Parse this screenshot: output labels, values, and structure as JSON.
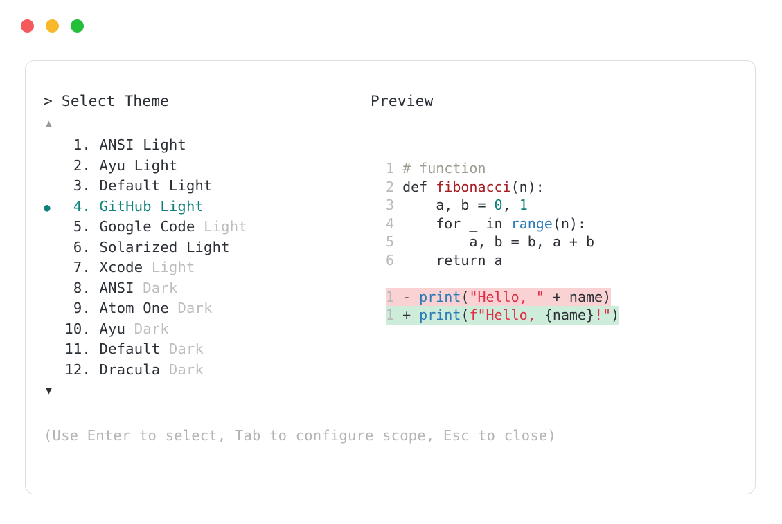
{
  "window": {
    "buttons": [
      {
        "name": "close",
        "color": "#f4595b",
        "glyph": "●"
      },
      {
        "name": "minimize",
        "color": "#f7b82a",
        "glyph": "●"
      },
      {
        "name": "maximize",
        "color": "#23bf3b",
        "glyph": "●"
      }
    ]
  },
  "left": {
    "heading": "> Select Theme",
    "scroll_up": "▲",
    "scroll_down": "▼",
    "selected_index": 4,
    "selected_bullet": "●",
    "accent_color": "#0f807a",
    "items": [
      {
        "num": "1.",
        "name": "ANSI",
        "suffix": "Light",
        "muted": false,
        "selected": false
      },
      {
        "num": "2.",
        "name": "Ayu",
        "suffix": "Light",
        "muted": false,
        "selected": false
      },
      {
        "num": "3.",
        "name": "Default",
        "suffix": "Light",
        "muted": false,
        "selected": false
      },
      {
        "num": "4.",
        "name": "GitHub",
        "suffix": "Light",
        "muted": false,
        "selected": true
      },
      {
        "num": "5.",
        "name": "Google Code",
        "suffix": "Light",
        "muted": true,
        "selected": false
      },
      {
        "num": "6.",
        "name": "Solarized",
        "suffix": "Light",
        "muted": false,
        "selected": false
      },
      {
        "num": "7.",
        "name": "Xcode",
        "suffix": "Light",
        "muted": true,
        "selected": false
      },
      {
        "num": "8.",
        "name": "ANSI",
        "suffix": "Dark",
        "muted": true,
        "selected": false
      },
      {
        "num": "9.",
        "name": "Atom One",
        "suffix": "Dark",
        "muted": true,
        "selected": false
      },
      {
        "num": "10.",
        "name": "Ayu",
        "suffix": "Dark",
        "muted": true,
        "selected": false
      },
      {
        "num": "11.",
        "name": "Default",
        "suffix": "Dark",
        "muted": true,
        "selected": false
      },
      {
        "num": "12.",
        "name": "Dracula",
        "suffix": "Dark",
        "muted": true,
        "selected": false
      }
    ]
  },
  "hint": "(Use Enter to select, Tab to configure scope, Esc to close)",
  "preview": {
    "heading": "Preview",
    "code_lines": [
      {
        "ln": "1",
        "tokens": [
          {
            "t": " # function",
            "c": "comment"
          }
        ]
      },
      {
        "ln": "2",
        "tokens": [
          {
            "t": " def ",
            "c": "plain"
          },
          {
            "t": "fibonacci",
            "c": "func"
          },
          {
            "t": "(n):",
            "c": "plain"
          }
        ]
      },
      {
        "ln": "3",
        "tokens": [
          {
            "t": "     a, b = ",
            "c": "plain"
          },
          {
            "t": "0",
            "c": "num"
          },
          {
            "t": ", ",
            "c": "plain"
          },
          {
            "t": "1",
            "c": "num"
          }
        ]
      },
      {
        "ln": "4",
        "tokens": [
          {
            "t": "     for _ in ",
            "c": "plain"
          },
          {
            "t": "range",
            "c": "builtin"
          },
          {
            "t": "(n):",
            "c": "plain"
          }
        ]
      },
      {
        "ln": "5",
        "tokens": [
          {
            "t": "         a, b = b, a + b",
            "c": "plain"
          }
        ]
      },
      {
        "ln": "6",
        "tokens": [
          {
            "t": "     return a",
            "c": "plain"
          }
        ]
      }
    ],
    "diff_lines": [
      {
        "ln": "1",
        "marker": " - ",
        "kind": "del",
        "bg": "#fbd2d4",
        "tokens": [
          {
            "t": "print",
            "c": "call"
          },
          {
            "t": "(",
            "c": "plain"
          },
          {
            "t": "\"Hello, \"",
            "c": "string"
          },
          {
            "t": " + name)",
            "c": "plain"
          }
        ]
      },
      {
        "ln": "1",
        "marker": " + ",
        "kind": "add",
        "bg": "#cdecd9",
        "tokens": [
          {
            "t": "print",
            "c": "call"
          },
          {
            "t": "(",
            "c": "plain"
          },
          {
            "t": "f\"Hello, ",
            "c": "string"
          },
          {
            "t": "{name}",
            "c": "plain"
          },
          {
            "t": "!\"",
            "c": "string"
          },
          {
            "t": ")",
            "c": "plain"
          }
        ]
      }
    ]
  }
}
